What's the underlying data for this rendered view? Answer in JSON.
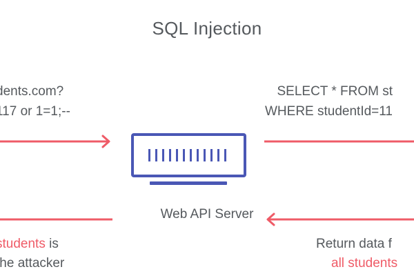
{
  "title": "SQL Injection",
  "request_left": {
    "line1": "dents.com?",
    "line2": "117 or 1=1;--"
  },
  "request_right": {
    "line1": "SELECT * FROM st",
    "line2": "WHERE studentId=11"
  },
  "server": {
    "label": "Web API Server",
    "icon": "server-rack-icon"
  },
  "response_left": {
    "line1_accent": "students",
    "line1_rest": " is",
    "line2": "the attacker"
  },
  "response_right": {
    "line1": "Return data f",
    "line2_accent": "all students"
  },
  "colors": {
    "accent": "#ef5b67",
    "server": "#4a57b5",
    "text": "#55595d"
  }
}
